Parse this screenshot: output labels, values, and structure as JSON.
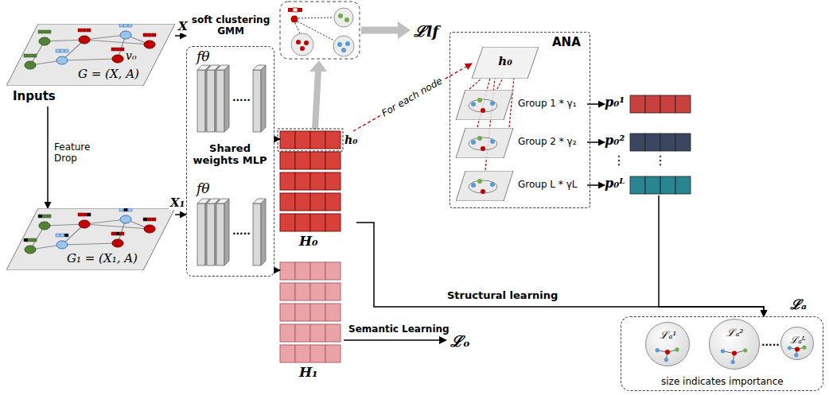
{
  "diagram": {
    "nodes": [
      {
        "text": [
          "G = (X, A)",
          "Inputs"
        ]
      },
      {
        "text": [
          "G₁ = (X₁, A)"
        ]
      },
      {
        "text": [
          "fθ",
          "Shared weights MLP",
          "fθ"
        ]
      },
      {
        "text": [
          "h₀",
          "H₀"
        ]
      },
      {
        "text": [
          "H₁"
        ]
      },
      {
        "text": [
          "ANA"
        ]
      },
      {
        "text": [
          "h₀"
        ],
        "in": 5
      },
      {
        "text": [
          "Group 1 * γ₁"
        ],
        "in": 5
      },
      {
        "text": [
          "Group 2 * γ₂"
        ],
        "in": 5
      },
      {
        "text": [
          "Group L * γL"
        ],
        "in": 5
      },
      {
        "text": [
          "p₀¹"
        ]
      },
      {
        "text": [
          "p₀²"
        ]
      },
      {
        "text": [
          "p₀ᴸ"
        ]
      },
      {
        "text": [
          "ℒₐ",
          "size indicates importance"
        ]
      },
      {
        "text": [
          "ℒₐ¹"
        ],
        "in": 13
      },
      {
        "text": [
          "ℒₐ²"
        ],
        "in": 13
      },
      {
        "text": [
          "ℒₐᴸ"
        ],
        "in": 13
      }
    ],
    "edges": [
      {
        "from": 0,
        "to": 1,
        "arrow": "to",
        "label": "Feature Drop"
      },
      {
        "from": 0,
        "to": 2,
        "arrow": "to",
        "label": "X"
      },
      {
        "from": 1,
        "to": 2,
        "arrow": "to",
        "label": "X₁"
      },
      {
        "from": 2,
        "to": 3,
        "arrow": "to"
      },
      {
        "from": 2,
        "to": 4,
        "arrow": "to"
      },
      {
        "from": 3,
        "to": 6,
        "arrow": "to",
        "label": "For each node"
      },
      {
        "from": 7,
        "to": 10,
        "arrow": "to"
      },
      {
        "from": 8,
        "to": 11,
        "arrow": "to"
      },
      {
        "from": 9,
        "to": 12,
        "arrow": "to"
      },
      {
        "from": 3,
        "to": 13,
        "arrow": "to",
        "label": "Structural learning"
      },
      {
        "from": 12,
        "to": 13,
        "arrow": "to"
      }
    ],
    "labels": [
      "v₀",
      "soft clustering GMM",
      "ℒlf",
      "⋮",
      "⋮",
      "Semantic Learning",
      "ℒₒ",
      ".....",
      ".....",
      "....."
    ]
  }
}
